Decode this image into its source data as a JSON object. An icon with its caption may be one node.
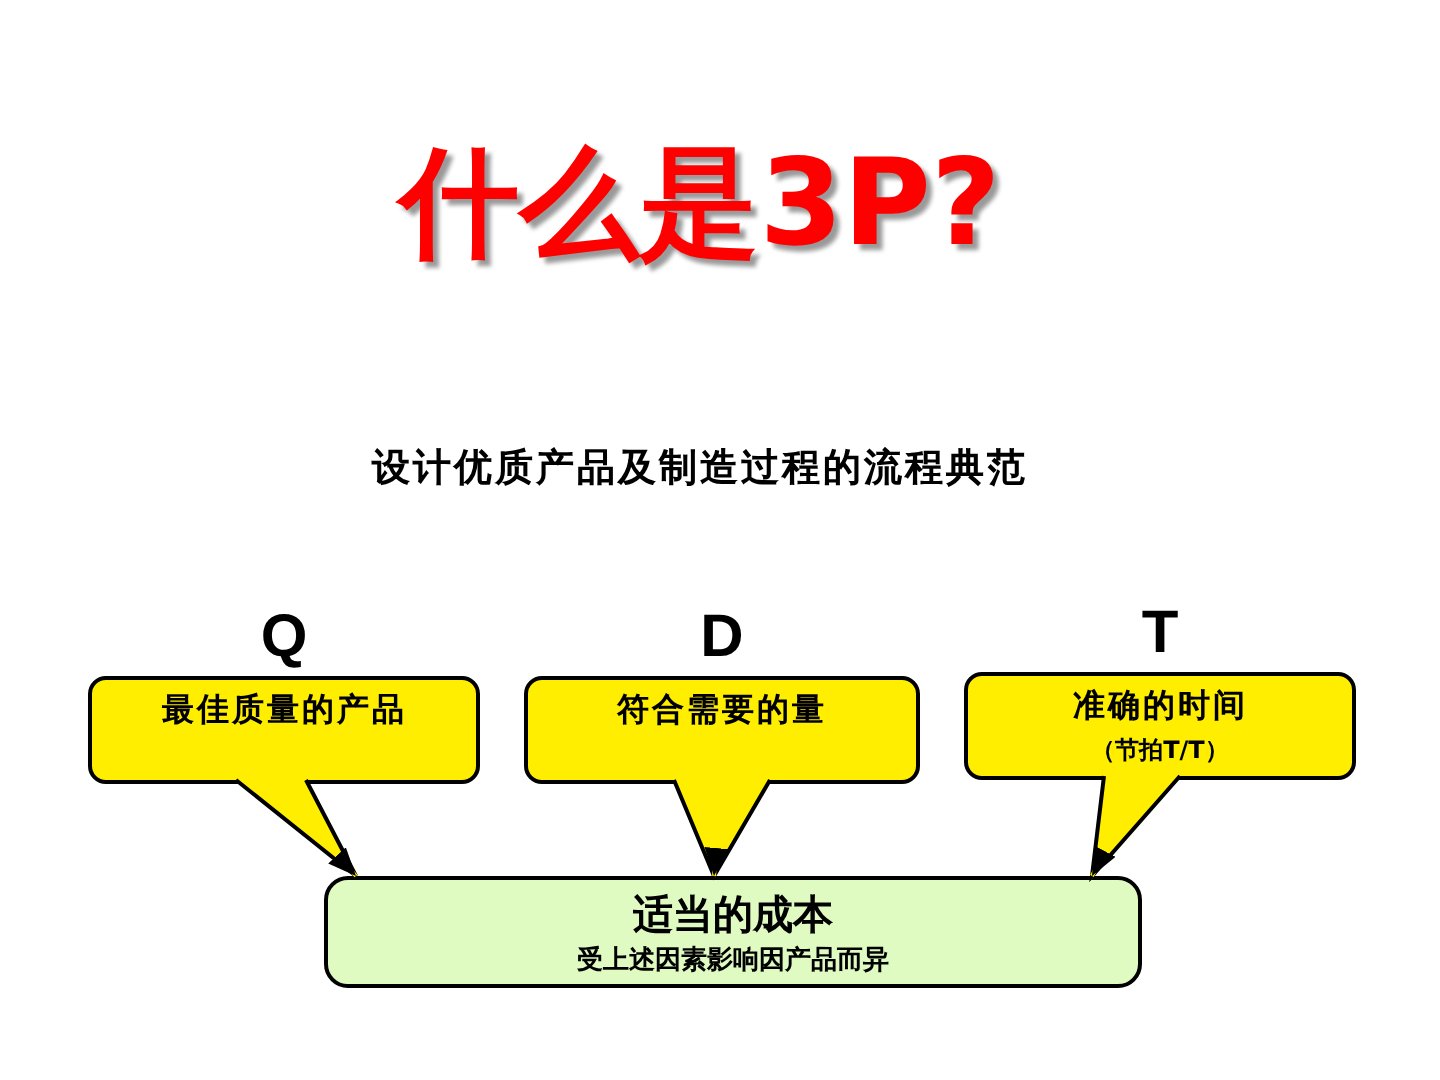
{
  "diagram": {
    "title": "什么是3P?",
    "nodes": [
      {
        "text": [
          "Q",
          "最佳质量的产品"
        ]
      },
      {
        "text": [
          "D",
          "符合需要的量"
        ]
      },
      {
        "text": [
          "T",
          "准确的时间",
          "（节拍T/T）"
        ]
      },
      {
        "text": [
          "适当的成本",
          "受上述因素影响因产品而异"
        ]
      }
    ],
    "edges": [
      {
        "from": 0,
        "to": 3,
        "arrow": "to"
      },
      {
        "from": 1,
        "to": 3,
        "arrow": "to"
      },
      {
        "from": 2,
        "to": 3,
        "arrow": "to"
      }
    ],
    "labels": [
      "设计优质产品及制造过程的流程典范"
    ]
  }
}
